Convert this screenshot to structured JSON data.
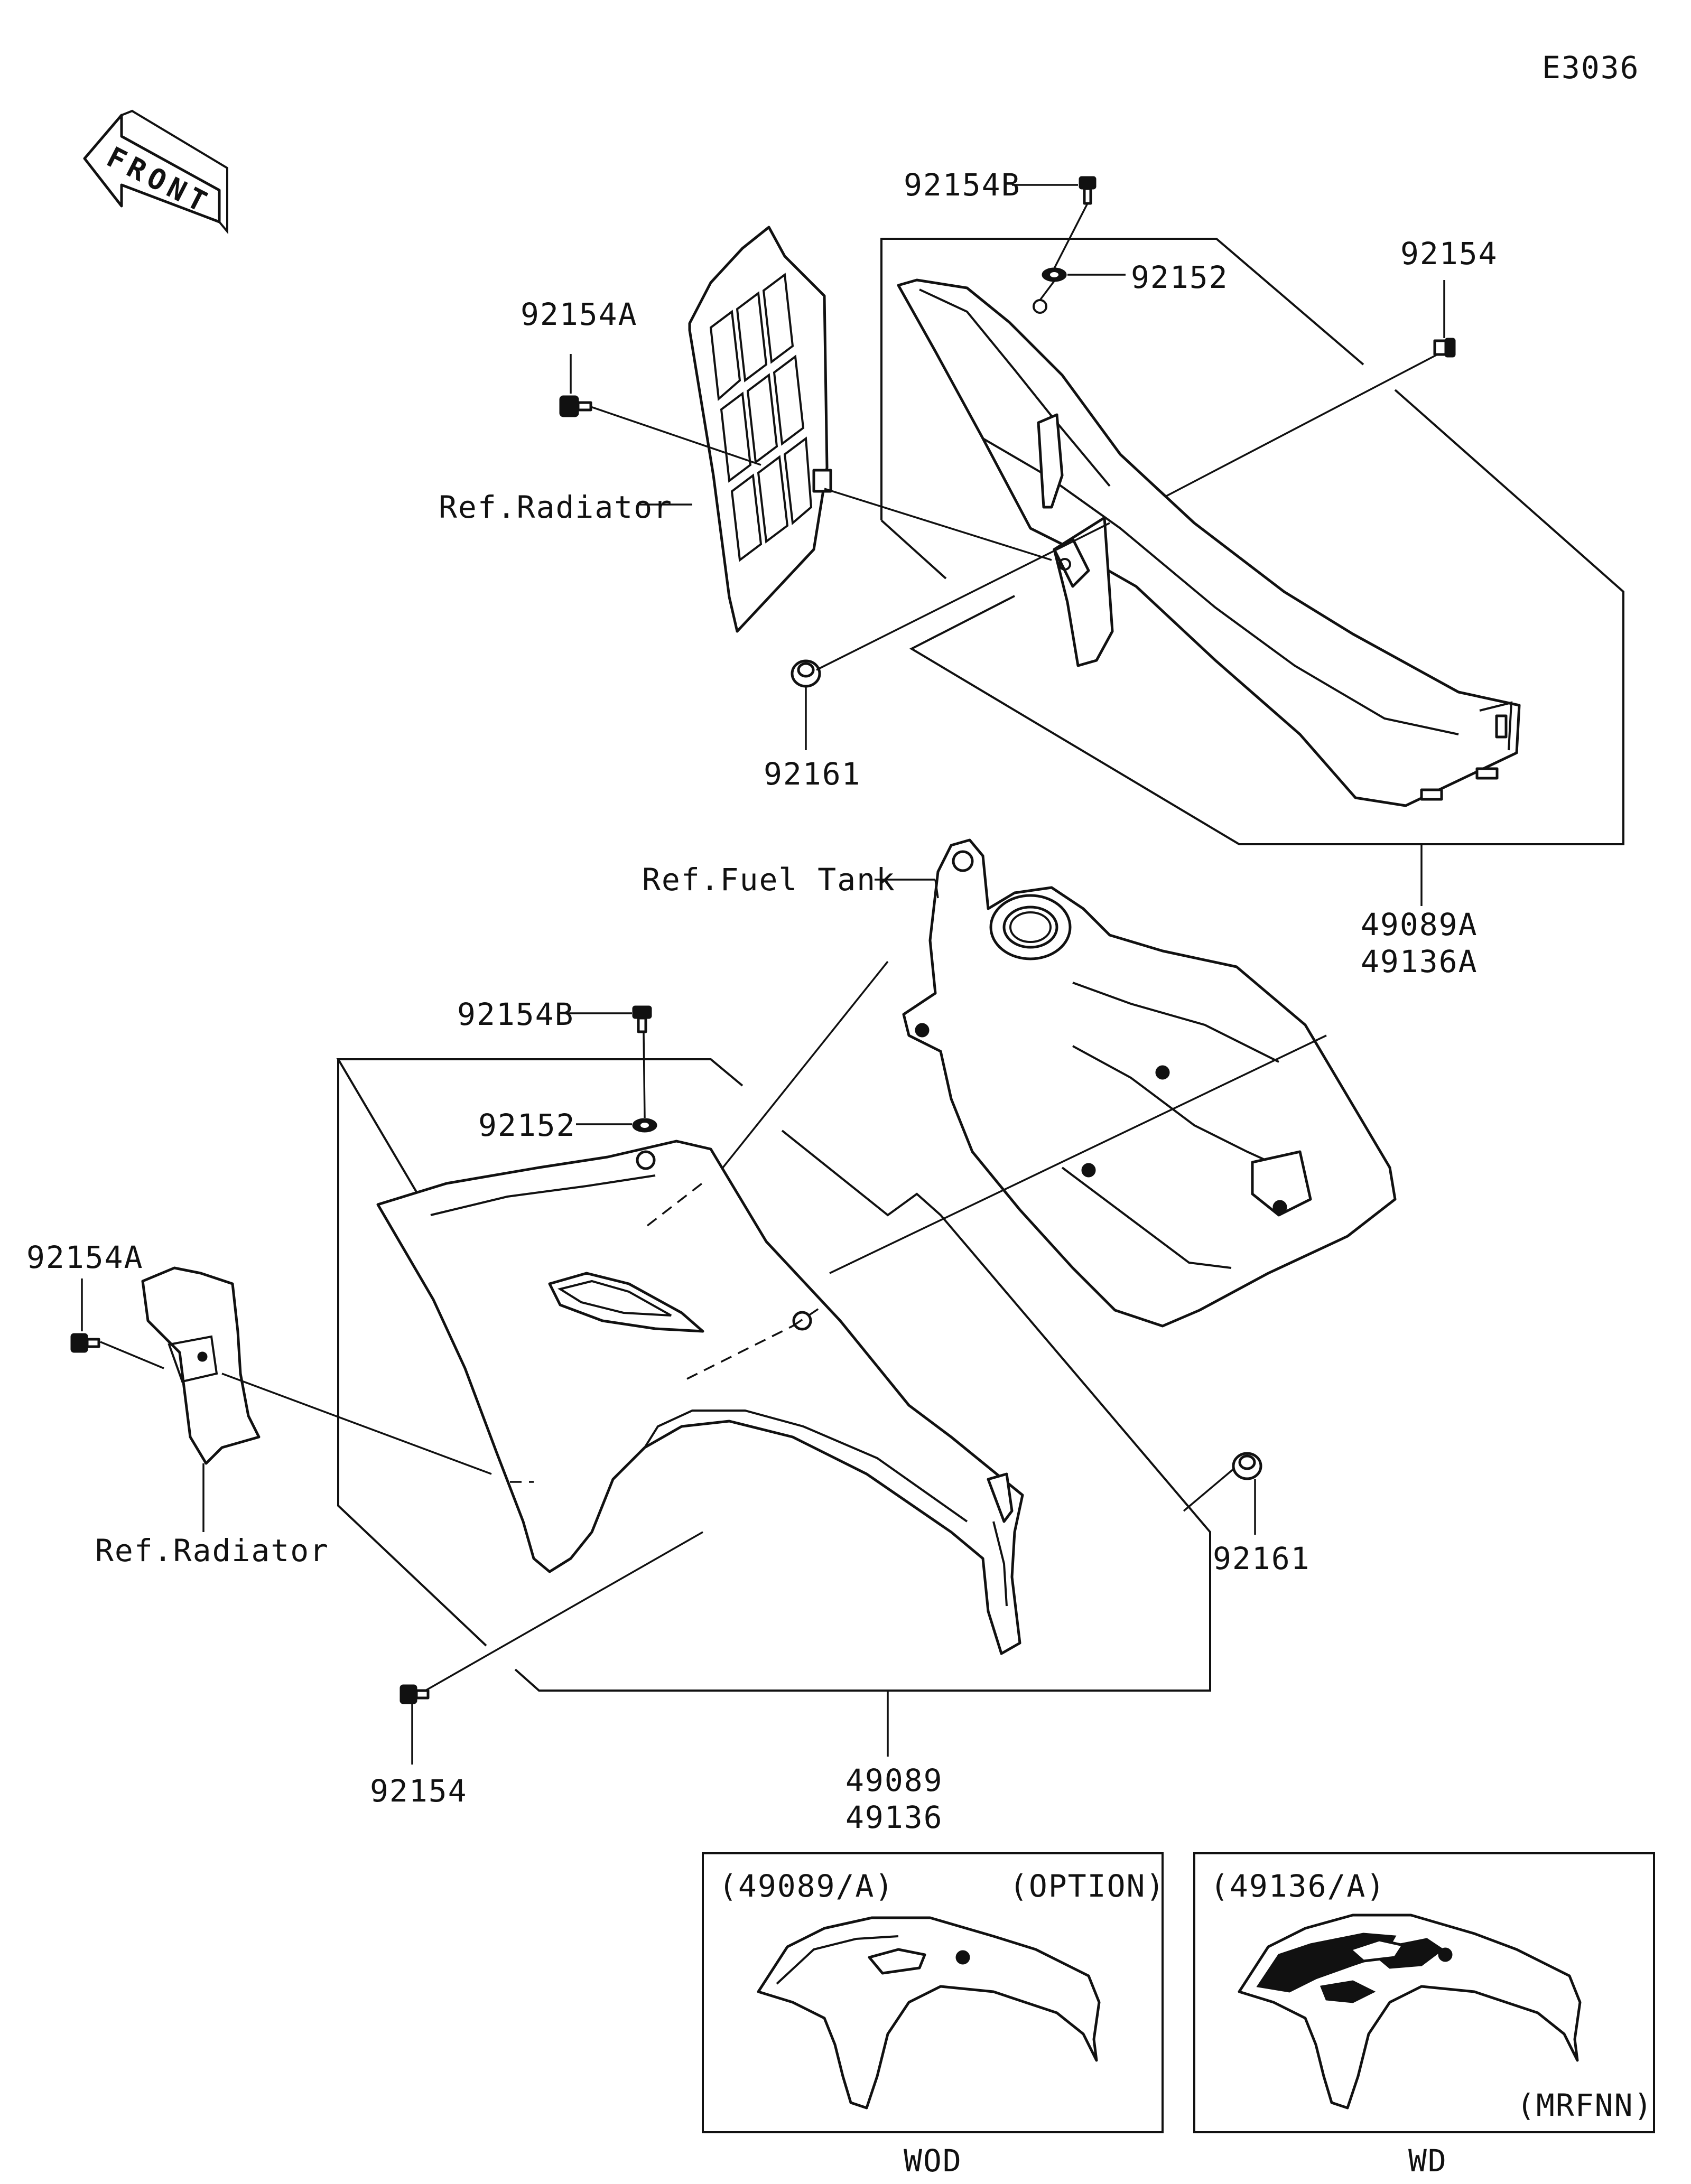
{
  "diagram_code": "E3036",
  "front_arrow": "FRONT",
  "upper_assembly": {
    "part_upper_bolt": "92154B",
    "part_washer": "92152",
    "part_bolt_right": "92154",
    "part_bolt_left": "92154A",
    "ref_radiator": "Ref.Radiator",
    "part_grommet": "92161",
    "part_shroud_1": "49089A",
    "part_shroud_2": "49136A"
  },
  "lower_assembly": {
    "ref_fuel_tank": "Ref.Fuel Tank",
    "part_upper_bolt": "92154B",
    "part_washer": "92152",
    "part_bolt_left": "92154A",
    "ref_radiator": "Ref.Radiator",
    "part_grommet": "92161",
    "part_bolt_bottom": "92154",
    "part_shroud_1": "49089",
    "part_shroud_2": "49136"
  },
  "variants": [
    {
      "code": "(49089/A)",
      "tag": "(OPTION)",
      "footer": "WOD"
    },
    {
      "code": "(49136/A)",
      "tag": "(MRFNN)",
      "footer": "WD"
    }
  ]
}
